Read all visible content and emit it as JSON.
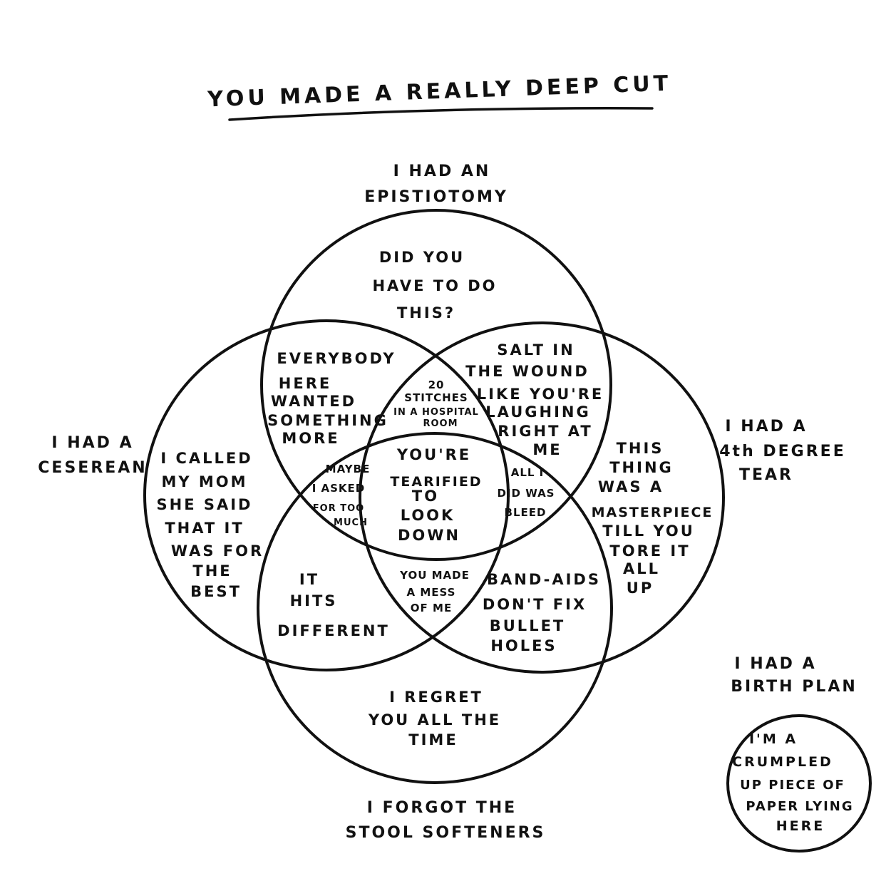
{
  "title": "YOU MADE A REALLY DEEP CUT",
  "sets": {
    "top": {
      "label": [
        "I HAD AN",
        "EPISTIOTOMY"
      ]
    },
    "left": {
      "label": [
        "I HAD A",
        "CESEREAN"
      ]
    },
    "right": {
      "label": [
        "I HAD A",
        "4th DEGREE",
        "TEAR"
      ]
    },
    "bottom": {
      "label": [
        "I FORGOT THE",
        "STOOL SOFTENERS"
      ]
    },
    "separate": {
      "label": [
        "I HAD A",
        "BIRTH PLAN"
      ]
    }
  },
  "regions": {
    "top_only": [
      "DID YOU",
      "HAVE TO DO",
      "THIS?"
    ],
    "left_only": [
      "I CALLED",
      "MY MOM",
      "SHE SAID",
      "THAT IT",
      "WAS FOR",
      "THE",
      "BEST"
    ],
    "right_only": [
      "THIS",
      "THING",
      "WAS A",
      "MASTERPIECE",
      "TILL YOU",
      "TORE IT",
      "ALL",
      "UP"
    ],
    "bottom_only": [
      "I REGRET",
      "YOU ALL THE",
      "TIME"
    ],
    "top_left": [
      "EVERYBODY",
      "HERE",
      "WANTED",
      "SOMETHING",
      "MORE"
    ],
    "top_right": [
      "SALT IN",
      "THE WOUND",
      "LIKE YOU'RE",
      "LAUGHING",
      "RIGHT AT",
      "ME"
    ],
    "top_left_right": [
      "20",
      "STITCHES",
      "IN A HOSPITAL",
      "ROOM"
    ],
    "top_left_bottom": [
      "MAYBE",
      "I ASKED",
      "FOR TOO",
      "MUCH"
    ],
    "top_right_bottom": [
      "ALL I",
      "DID WAS",
      "BLEED"
    ],
    "all_four": [
      "YOU'RE",
      "TEARIFIED",
      "TO",
      "LOOK",
      "DOWN"
    ],
    "left_bottom": [
      "IT",
      "HITS",
      "DIFFERENT"
    ],
    "right_bottom": [
      "BAND-AIDS",
      "DON'T FIX",
      "BULLET",
      "HOLES"
    ],
    "left_right_bottom": [
      "YOU MADE",
      "A MESS",
      "OF ME"
    ],
    "separate": [
      "I'M A",
      "CRUMPLED",
      "UP PIECE OF",
      "PAPER LYING",
      "HERE"
    ]
  }
}
